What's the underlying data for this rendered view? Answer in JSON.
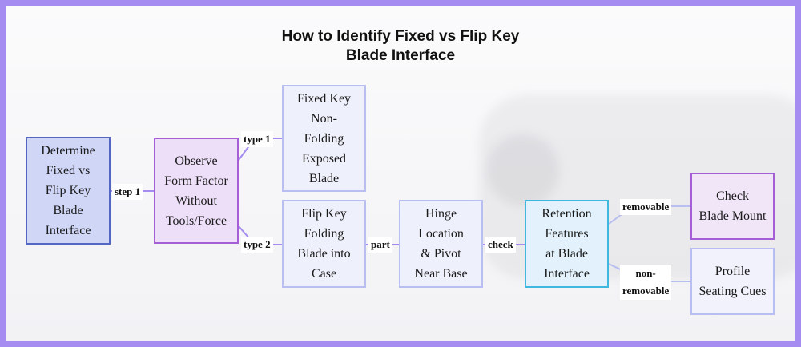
{
  "title": "How to Identify Fixed vs Flip Key Blade Interface",
  "title_lines": [
    "How to Identify Fixed vs Flip Key",
    "Blade Interface"
  ],
  "colors": {
    "frame": "#a58cf0",
    "edge": "#a58cf0",
    "edge_light": "#b8bff0"
  },
  "nodes": {
    "determine": {
      "lines": [
        "Determine",
        "Fixed vs",
        "Flip Key",
        "Blade",
        "Interface"
      ]
    },
    "observe": {
      "lines": [
        "Observe",
        "Form Factor",
        "Without",
        "Tools/Force"
      ]
    },
    "fixed": {
      "lines": [
        "Fixed Key",
        "Non-",
        "Folding",
        "Exposed",
        "Blade"
      ]
    },
    "flip": {
      "lines": [
        "Flip Key",
        "Folding",
        "Blade into",
        "Case"
      ]
    },
    "hinge": {
      "lines": [
        "Hinge",
        "Location",
        "& Pivot",
        "Near Base"
      ]
    },
    "retention": {
      "lines": [
        "Retention",
        "Features",
        "at Blade",
        "Interface"
      ]
    },
    "check": {
      "lines": [
        "Check",
        "Blade Mount"
      ]
    },
    "profile": {
      "lines": [
        "Profile",
        "Seating Cues"
      ]
    }
  },
  "edge_labels": {
    "step1": "step 1",
    "type1": "type 1",
    "type2": "type 2",
    "part": "part",
    "check": "check",
    "removable": "removable",
    "non_removable_1": "non-",
    "non_removable_2": "removable"
  }
}
